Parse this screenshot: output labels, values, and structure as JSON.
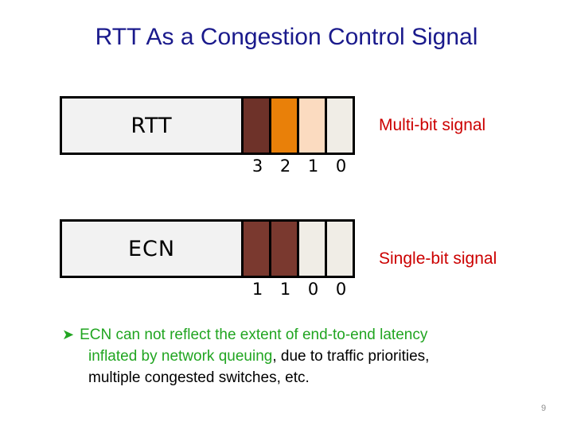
{
  "slide": {
    "title": "RTT As a Congestion Control Signal",
    "page_number": "9",
    "title_color": "#1a1a8c"
  },
  "diagram": {
    "rows": [
      {
        "name": "rtt",
        "label": "RTT",
        "caption": "Multi-bit signal",
        "caption_color": "#cc0000",
        "cells": [
          {
            "tick": "3",
            "color": "#6e3229"
          },
          {
            "tick": "2",
            "color": "#e98009"
          },
          {
            "tick": "1",
            "color": "#fbdbc0"
          },
          {
            "tick": "0",
            "color": "#f0ede6"
          }
        ]
      },
      {
        "name": "ecn",
        "label": "ECN",
        "caption": "Single-bit signal",
        "caption_color": "#cc0000",
        "cells": [
          {
            "tick": "1",
            "color": "#7a392f"
          },
          {
            "tick": "1",
            "color": "#7a392f"
          },
          {
            "tick": "0",
            "color": "#f0ede6"
          },
          {
            "tick": "0",
            "color": "#f0ede6"
          }
        ]
      }
    ]
  },
  "bullet": {
    "marker": "➤",
    "marker_color": "#21a521",
    "line1_green": "ECN can not reflect the extent of end-to-end latency",
    "line2_green": "inflated by network queuing",
    "line2_black": ", due to traffic priorities,",
    "line3_black": "multiple congested switches, etc."
  }
}
